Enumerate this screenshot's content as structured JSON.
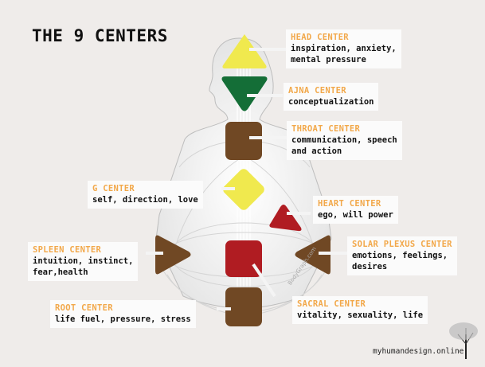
{
  "title": "THE 9 CENTERS",
  "brand": "myhumandesign.online",
  "watermark": "BodyGraph.com",
  "colors": {
    "background": "#efecea",
    "label_name": "#f2a84a",
    "yellow": "#f0e94e",
    "green": "#146e37",
    "brown": "#704824",
    "red": "#b01c22",
    "label_bg": "#fbfbfb"
  },
  "centers": [
    {
      "name": "HEAD CENTER",
      "description": "inspiration, anxiety,\nmental pressure",
      "color": "yellow",
      "shape": "triangle-up"
    },
    {
      "name": "AJNA CENTER",
      "description": "conceptualization",
      "color": "green",
      "shape": "triangle-down"
    },
    {
      "name": "THROAT CENTER",
      "description": "communication, speech\nand action",
      "color": "brown",
      "shape": "square"
    },
    {
      "name": "G CENTER",
      "description": "self, direction, love",
      "color": "yellow",
      "shape": "diamond"
    },
    {
      "name": "HEART CENTER",
      "description": "ego, will power",
      "color": "red",
      "shape": "triangle"
    },
    {
      "name": "SPLEEN CENTER",
      "description": "intuition, instinct,\nfear,health",
      "color": "brown",
      "shape": "triangle-right"
    },
    {
      "name": "SOLAR PLEXUS CENTER",
      "description": "emotions, feelings,\ndesires",
      "color": "brown",
      "shape": "triangle-left"
    },
    {
      "name": "SACRAL CENTER",
      "description": "vitality, sexuality, life",
      "color": "red",
      "shape": "square"
    },
    {
      "name": "ROOT CENTER",
      "description": "life fuel, pressure, stress",
      "color": "brown",
      "shape": "square"
    }
  ]
}
